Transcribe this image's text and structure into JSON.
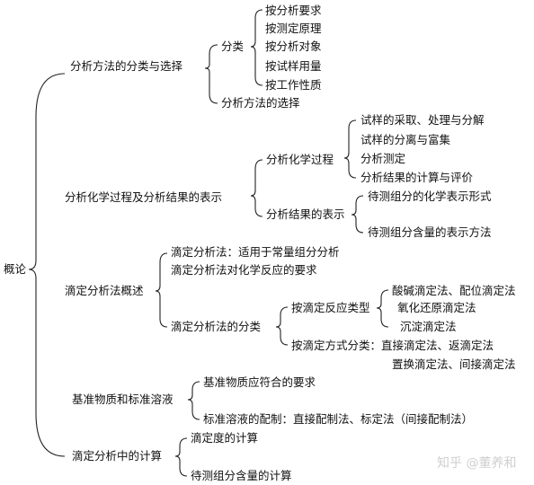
{
  "root": "概论",
  "sections": {
    "s1": {
      "label": "分析方法的分类与选择",
      "classify": {
        "label": "分类",
        "items": [
          "按分析要求",
          "按测定原理",
          "按分析对象",
          "按试样用量",
          "按工作性质"
        ]
      },
      "select": "分析方法的选择"
    },
    "s2": {
      "label": "分析化学过程及分析结果的表示",
      "process": {
        "label": "分析化学过程",
        "items": [
          "试样的采取、处理与分解",
          "试样的分离与富集",
          "分析测定",
          "分析结果的计算与评价"
        ]
      },
      "result": {
        "label": "分析结果的表示",
        "items": [
          "待测组分的化学表示形式",
          "待测组分含量的表示方法"
        ]
      }
    },
    "s3": {
      "label": "滴定分析法概述",
      "def": "滴定分析法：适用于常量组分分析",
      "req": "滴定分析法对化学反应的要求",
      "cls": {
        "label": "滴定分析法的分类",
        "by_reaction": {
          "label": "按滴定反应类型",
          "items": [
            "酸碱滴定法、配位滴定法",
            "氧化还原滴定法",
            "沉淀滴定法"
          ]
        },
        "by_mode": {
          "label": "按滴定方式分类：直接滴定法、返滴定法",
          "line2": "置换滴定法、间接滴定法"
        }
      }
    },
    "s4": {
      "label": "基准物质和标准溶液",
      "items": [
        "基准物质应符合的要求",
        "标准溶液的配制：直接配制法、标定法（间接配制法）"
      ]
    },
    "s5": {
      "label": "滴定分析中的计算",
      "items": [
        "滴定度的计算",
        "待测组分含量的计算"
      ]
    }
  },
  "watermark": "知乎 @董养和"
}
